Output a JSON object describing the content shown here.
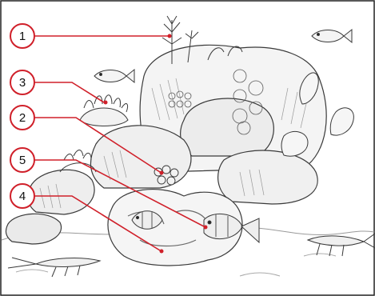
{
  "colors": {
    "callout_stroke": "#d0202a",
    "callout_line": "#d0202a",
    "sketch": "#3a3a3a",
    "sketch_light": "#8a8a8a",
    "frame": "#222222",
    "background": "#ffffff"
  },
  "callouts": [
    {
      "label": "1",
      "points_to": "coral-plume-top"
    },
    {
      "label": "3",
      "points_to": "anemone-left"
    },
    {
      "label": "2",
      "points_to": "small-polyps-center"
    },
    {
      "label": "5",
      "points_to": "clownfish-right"
    },
    {
      "label": "4",
      "points_to": "host-anemone-bottom"
    }
  ],
  "scene": {
    "subject": "pencil-sketch-reef",
    "elements": [
      "reef-rock",
      "coral-plume",
      "anemone",
      "small-polyps",
      "clownfish",
      "host-anemone",
      "shrimp",
      "small-fish"
    ]
  }
}
